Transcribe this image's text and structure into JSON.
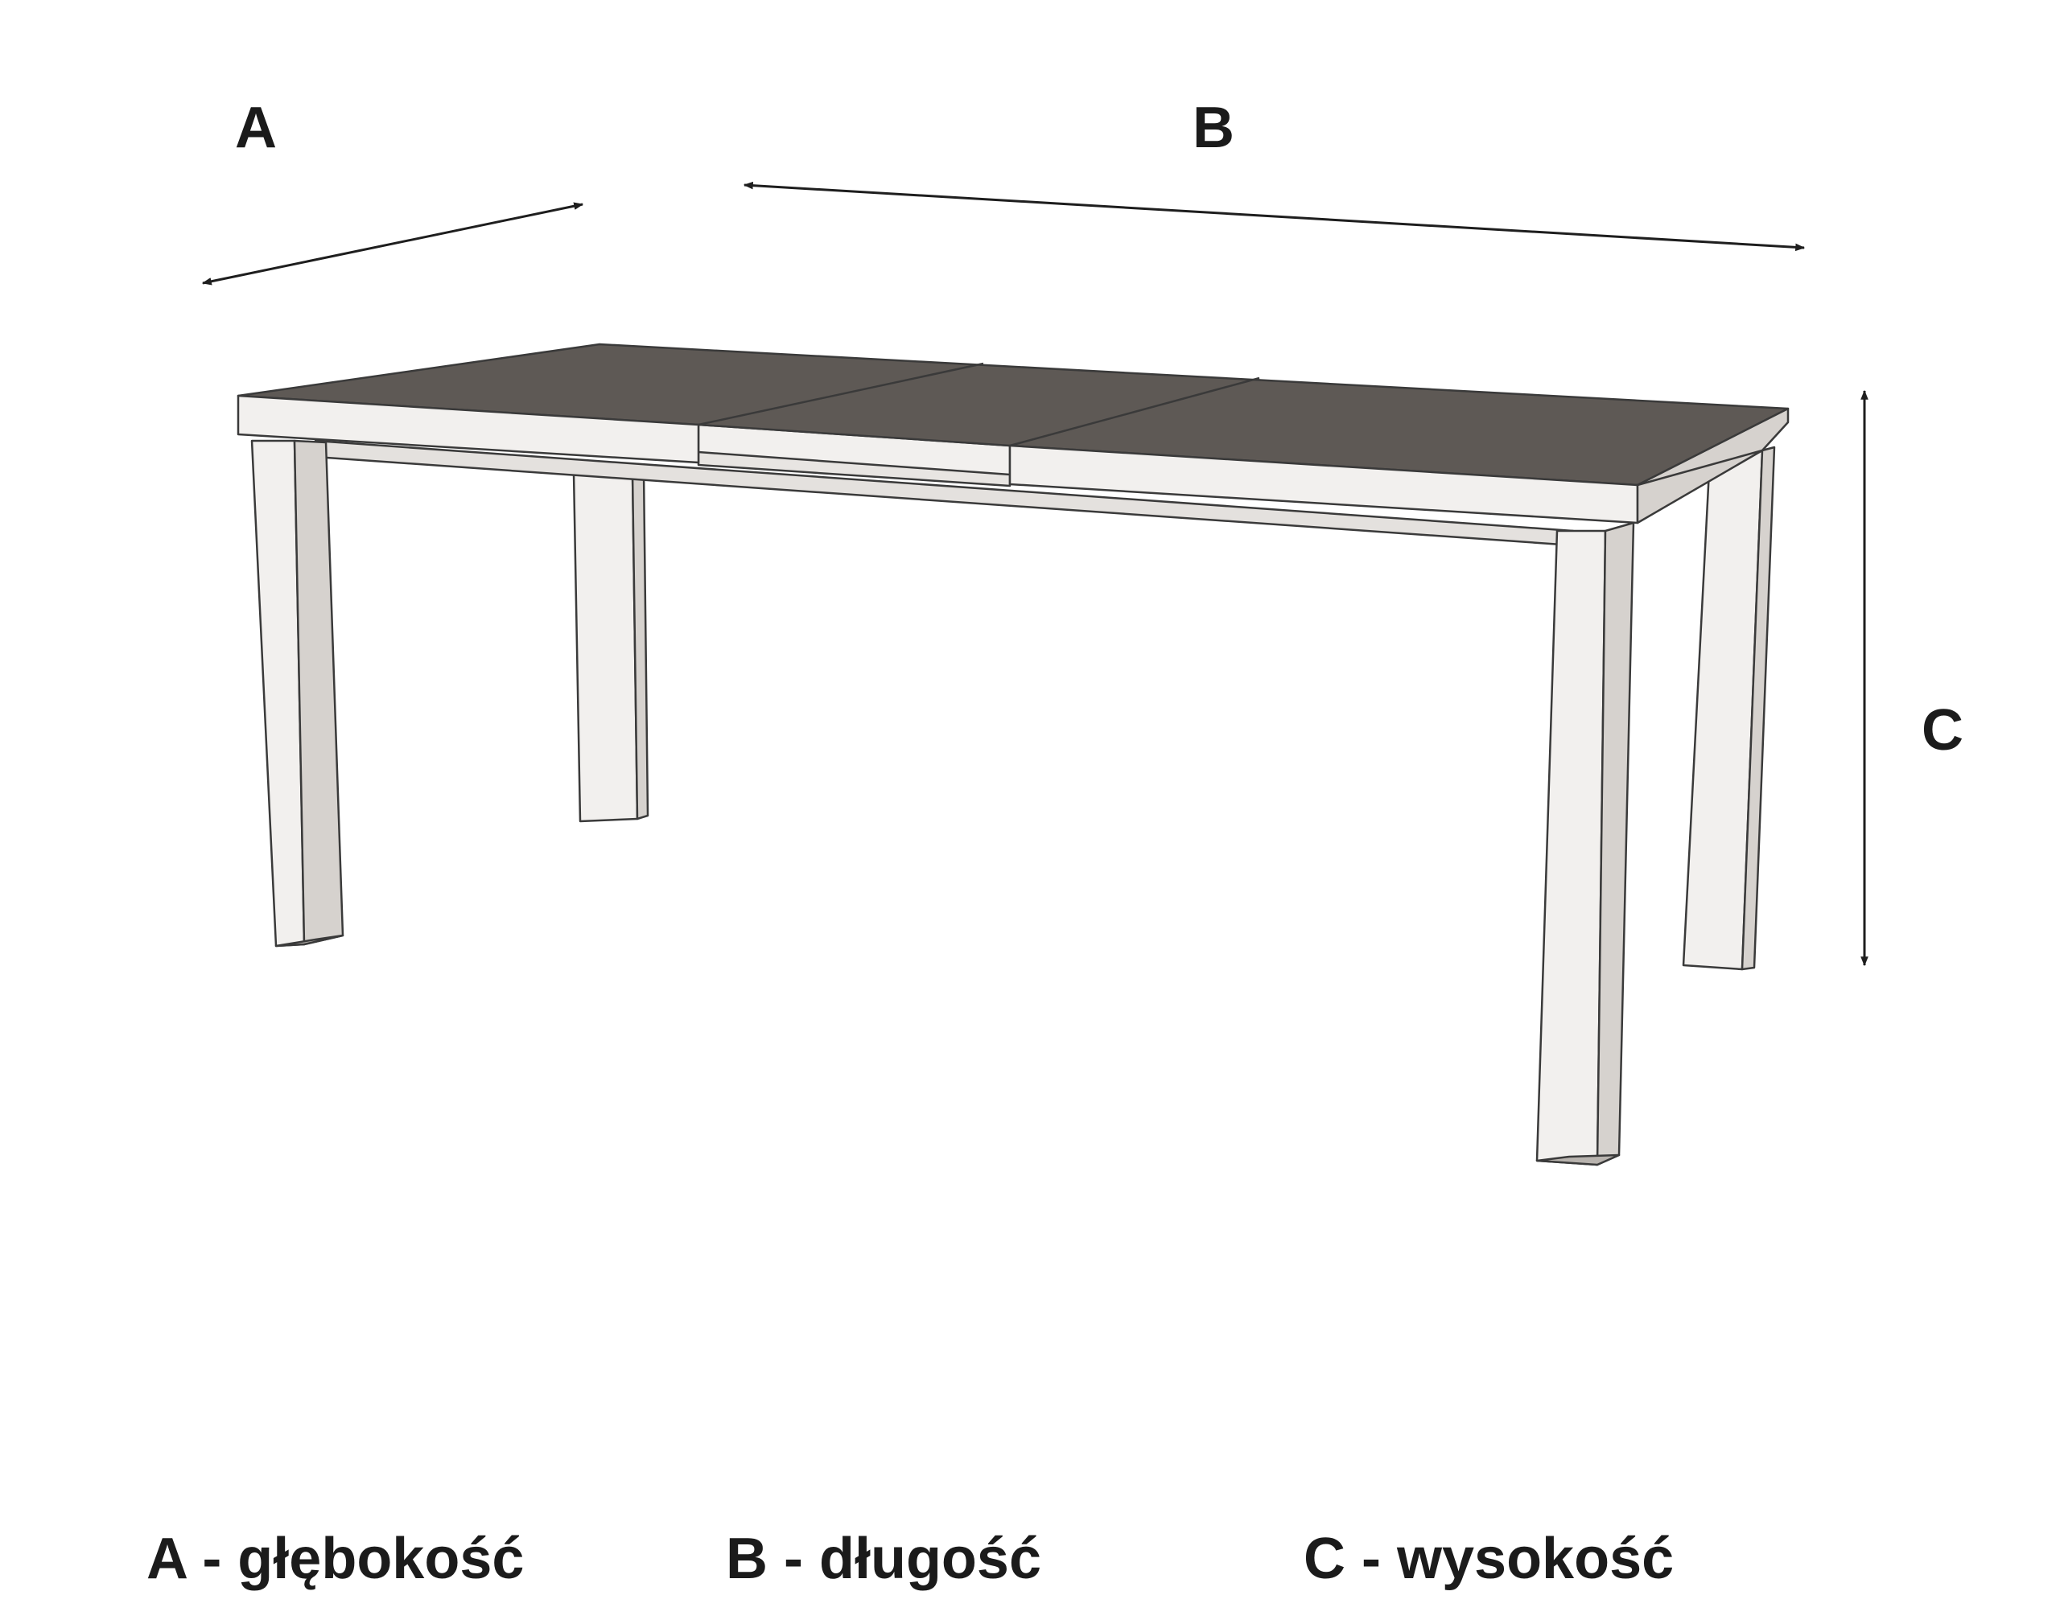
{
  "dimension_labels": {
    "a": "A",
    "b": "B",
    "c": "C"
  },
  "legend": [
    {
      "label": "A - głębokość"
    },
    {
      "label": "B - długość"
    },
    {
      "label": "C - wysokość"
    }
  ],
  "colors": {
    "tabletop_surface": "#5e5955",
    "frame": "#f2f0ee",
    "leg_side": "#d6d2ce",
    "outline": "#3a3a3a",
    "dimension_line": "#1e1e1e"
  }
}
